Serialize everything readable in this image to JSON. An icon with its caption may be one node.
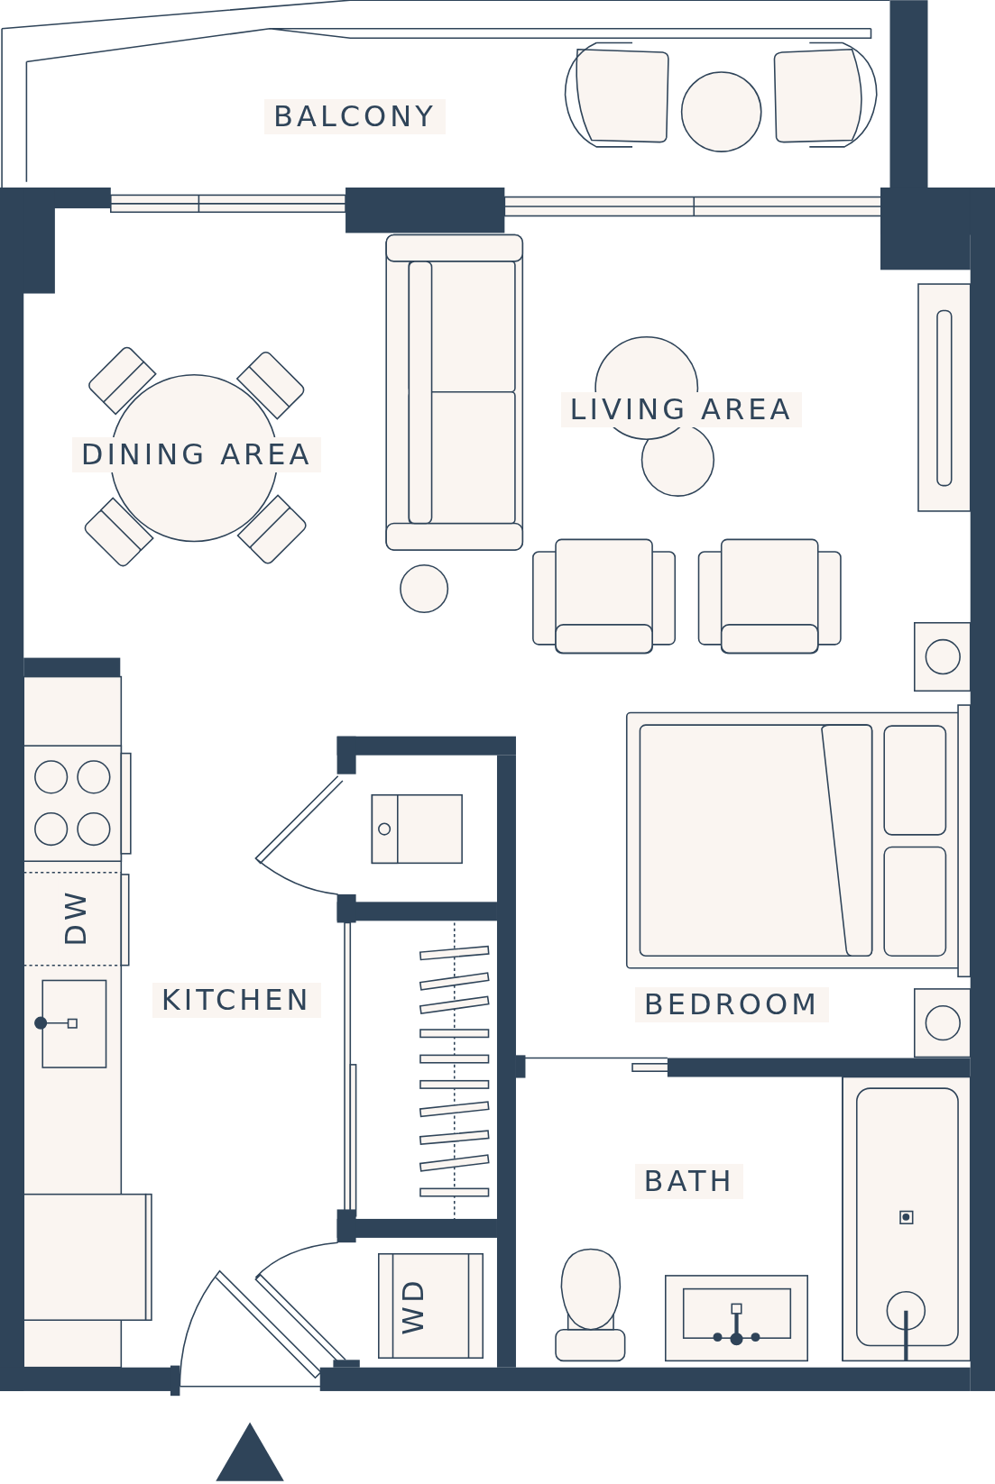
{
  "diagram": {
    "labels": [
      "BALCONY",
      "LIVING AREA",
      "DINING AREA",
      "DW",
      "KITCHEN",
      "BEDROOM",
      "BATH",
      "WD"
    ]
  }
}
